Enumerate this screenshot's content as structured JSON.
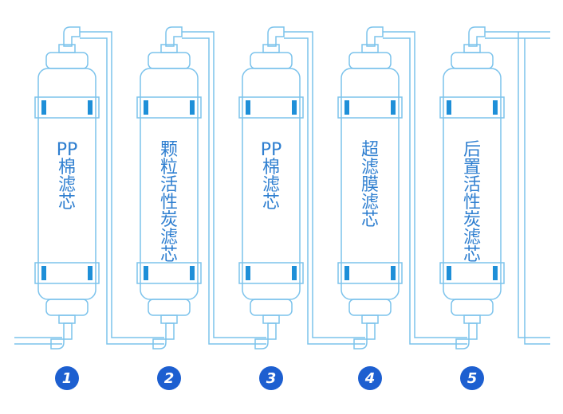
{
  "colors": {
    "outline": "#7cc3ec",
    "fill": "#eef8ff",
    "label": "#2f7fd0",
    "badge": "#1d5fd0",
    "clip": "#1e8fd8"
  },
  "filters": [
    {
      "label": "PP棉滤芯",
      "number": "1"
    },
    {
      "label": "颗粒活性炭滤芯",
      "number": "2"
    },
    {
      "label": "PP棉滤芯",
      "number": "3"
    },
    {
      "label": "超滤膜滤芯",
      "number": "4"
    },
    {
      "label": "后置活性炭滤芯",
      "number": "5"
    }
  ]
}
